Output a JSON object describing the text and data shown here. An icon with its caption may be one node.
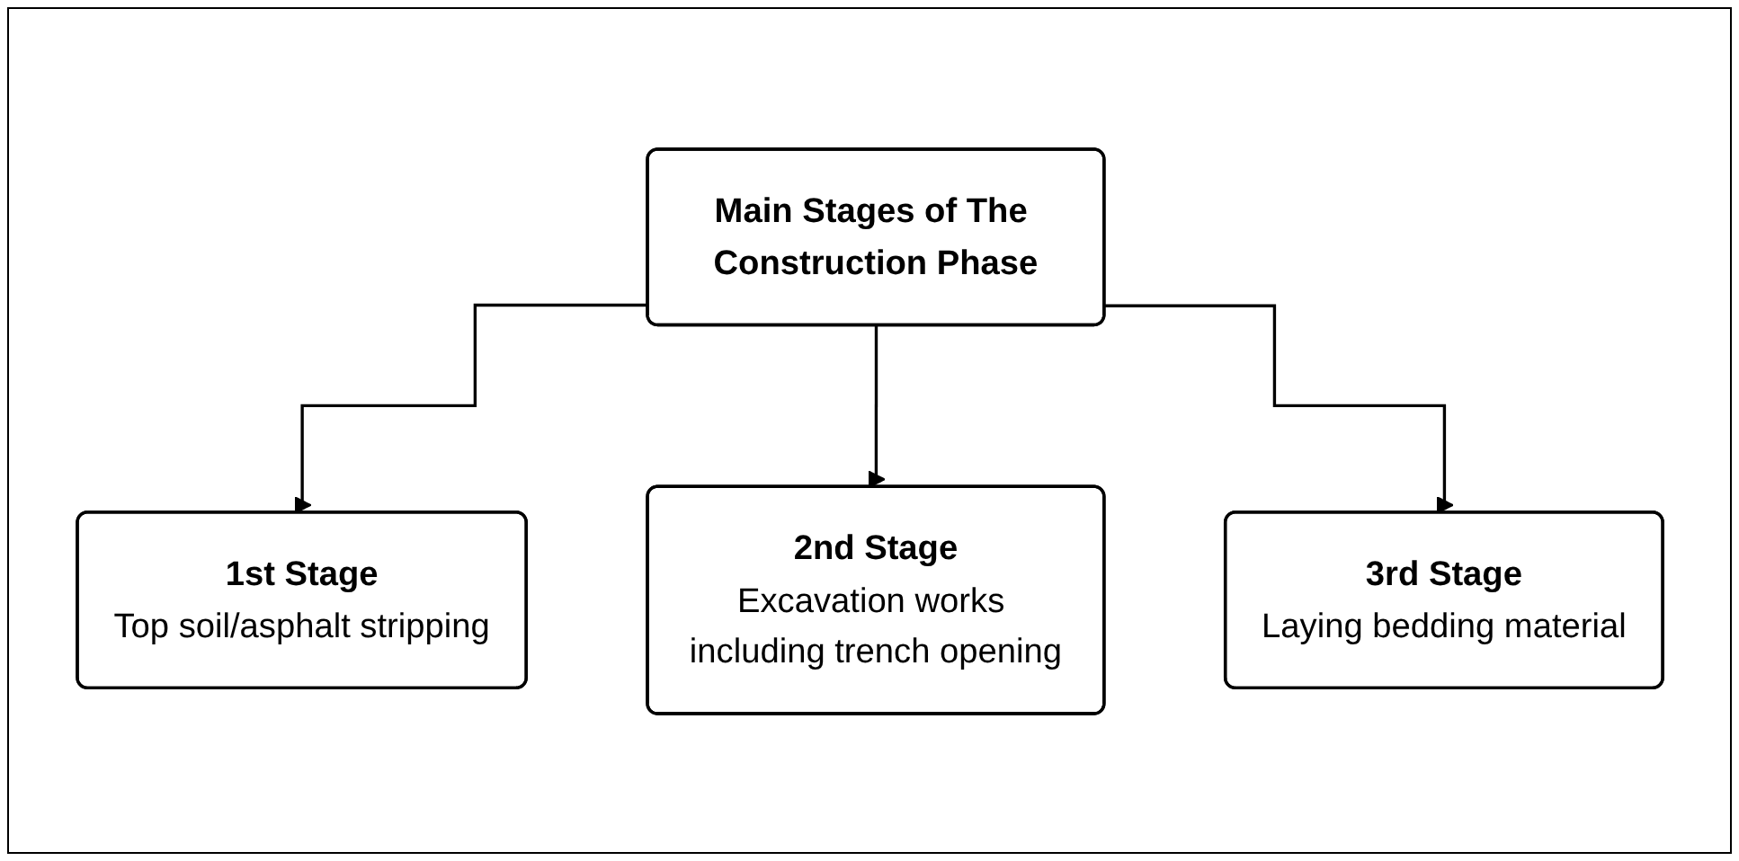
{
  "diagram": {
    "nodes": [
      {
        "text": [
          "Main Stages of The Construction Phase"
        ]
      },
      {
        "text": [
          "1st Stage",
          "Top soil/asphalt stripping"
        ]
      },
      {
        "text": [
          "2nd Stage",
          "Excavation works including trench opening"
        ]
      },
      {
        "text": [
          "3rd Stage",
          "Laying bedding material"
        ]
      }
    ],
    "edges": [
      {
        "from": 0,
        "to": 1,
        "arrow": "to"
      },
      {
        "from": 0,
        "to": 2,
        "arrow": "to"
      },
      {
        "from": 0,
        "to": 3,
        "arrow": "to"
      }
    ]
  }
}
